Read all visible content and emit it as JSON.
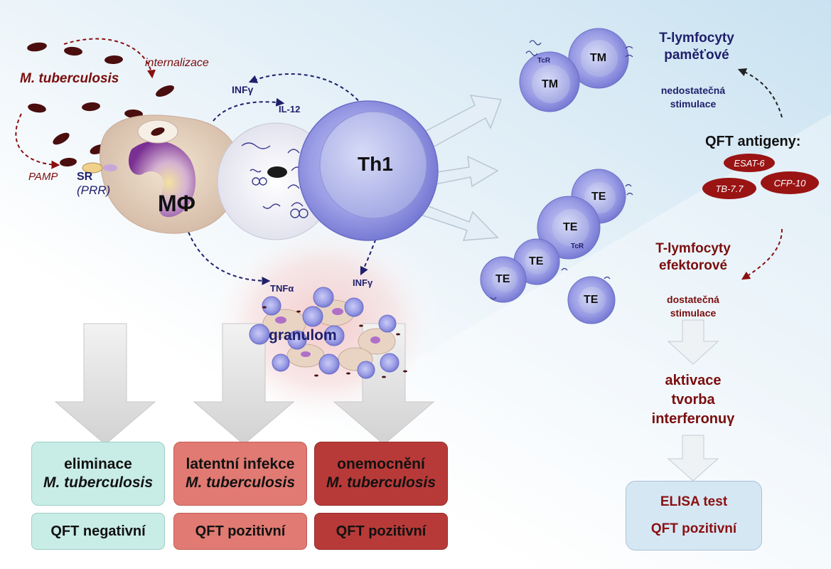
{
  "labels": {
    "mtb": "M. tuberculosis",
    "internalizace": "internalizace",
    "pamp": "PAMP",
    "sr": "SR",
    "prr": "(PRR)",
    "macrophage": "MΦ",
    "infg_top": "INFγ",
    "il12": "IL-12",
    "th1": "Th1",
    "tnfa": "TNFα",
    "infg_bottom": "INFγ",
    "granulom": "granulom",
    "tm1": "TM",
    "tm2": "TM",
    "tcr_top": "TcR",
    "te1": "TE",
    "te2": "TE",
    "te3": "TE",
    "te4": "TE",
    "te5": "TE",
    "tcr_bottom": "TcR"
  },
  "right": {
    "memory_title_1": "T-lymfocyty",
    "memory_title_2": "paměťové",
    "insufficient_1": "nedostatečná",
    "insufficient_2": "stimulace",
    "qft_antigens": "QFT antigeny:",
    "antigens": [
      "ESAT-6",
      "TB-7.7",
      "CFP-10"
    ],
    "effector_title_1": "T-lymfocyty",
    "effector_title_2": "efektorové",
    "sufficient_1": "dostatečná",
    "sufficient_2": "stimulace",
    "activation_1": "aktivace",
    "activation_2": "tvorba",
    "activation_3": "interferonuγ",
    "elisa_1": "ELISA test",
    "elisa_2": "QFT pozitivní"
  },
  "outcomes": [
    {
      "line1": "eliminace",
      "line2": "M. tuberculosis",
      "qft": "QFT negativní"
    },
    {
      "line1": "latentní infekce",
      "line2": "M. tuberculosis",
      "qft": "QFT pozitivní"
    },
    {
      "line1": "onemocnění",
      "line2": "M. tuberculosis",
      "qft": "QFT pozitivní"
    }
  ],
  "colors": {
    "mint": "#c8ece6",
    "salmon": "#e07a72",
    "dark_red": "#b83a38",
    "cell_blue": "#8e90e0",
    "bacteria": "#4a0e0e",
    "navy_text": "#1f1f6b",
    "red_text": "#8a1010"
  }
}
